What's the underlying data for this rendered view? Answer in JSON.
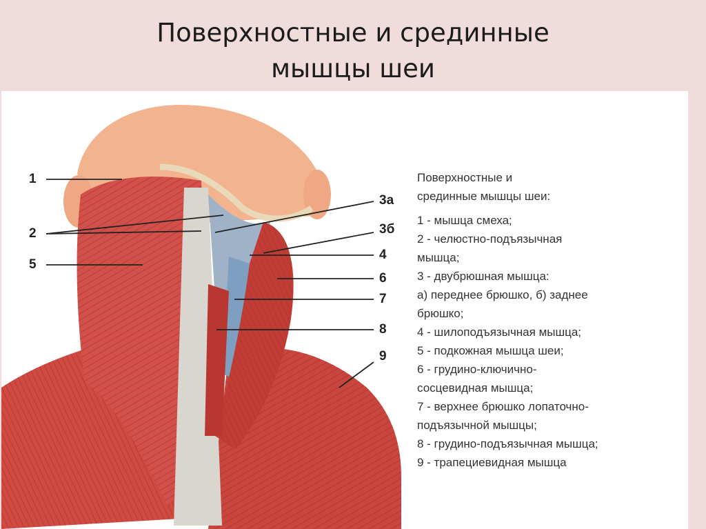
{
  "title": {
    "line1": "Поверхностные и срединные",
    "line2": "мышцы шеи"
  },
  "labels": {
    "l1": "1",
    "l2": "2",
    "l5": "5",
    "l3a": "3а",
    "l3b": "3б",
    "l4": "4",
    "l6": "6",
    "l7": "7",
    "l8": "8",
    "l9": "9"
  },
  "legend": {
    "lines": [
      "Поверхностные и",
      "срединные мышцы шеи:",
      "1 - мышца смеха;",
      "2 - челюстно-подъязычная",
      "мышца;",
      "3 - двубрюшная мышца:",
      "а) переднее брюшко, б) заднее",
      "брюшко;",
      "4 - шилоподъязычная мышца;",
      "5 - подкожная мышца шеи;",
      "6 - грудино-ключично-",
      "сосцевидная мышца;",
      "7 - верхнее брюшко лопаточно-",
      "подъязычной мышцы;",
      "8 - грудино-подъязычная мышца;",
      "9 - трапециевидная мышца"
    ]
  },
  "colors": {
    "background": "#f1dcdc",
    "muscle": "#c9433c",
    "skin": "#f0b08c",
    "fascia": "#d9d6d0",
    "vein": "#7f9fc0"
  }
}
